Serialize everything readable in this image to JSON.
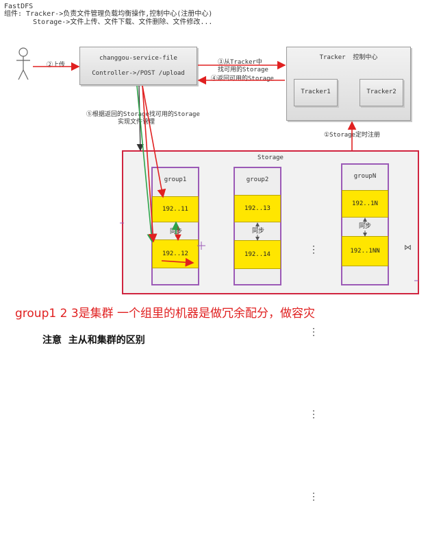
{
  "header": {
    "line1": "FastDFS",
    "line2": "组件: Tracker->负责文件管理负载均衡操作,控制中心(注册中心)",
    "line3": "       Storage->文件上传、文件下载、文件删除、文件修改..."
  },
  "service_box": {
    "name": "changgou-service-file",
    "endpoint": "Controller->/POST /upload"
  },
  "tracker": {
    "title": "Tracker  控制中心",
    "nodes": [
      "Tracker1",
      "Tracker2"
    ]
  },
  "labels": {
    "upload": "②上传",
    "find_storage_1": "③从Tracker中",
    "find_storage_2": "找可用的Storage",
    "return_storage": "④返回可用的Storage",
    "manage_1": "⑤根据返回的Storage找可用的Storage",
    "manage_2": "实现文件管理",
    "register": "①Storage定时注册"
  },
  "storage": {
    "title": "Storage",
    "groups": [
      {
        "name": "group1",
        "top_ip": "192..11",
        "bottom_ip": "192..12",
        "sync": "同步"
      },
      {
        "name": "group2",
        "top_ip": "192..13",
        "bottom_ip": "192..14",
        "sync": "同步"
      },
      {
        "name": "groupN",
        "top_ip": "192..1N",
        "bottom_ip": "192..1NN",
        "sync": "同步"
      }
    ],
    "ellipsis": "⋮",
    "side_mark": "⋈"
  },
  "caption": "group1 2 3是集群 一个组里的机器是做冗余配分，做容灾",
  "note": "注意  主从和集群的区别",
  "colors": {
    "arrow_red": "#e02020",
    "arrow_green": "#2ea34a",
    "arrow_dark": "#333333",
    "ip_fill": "#ffe600",
    "group_border": "#9b59b6",
    "storage_border": "#d0243f"
  }
}
